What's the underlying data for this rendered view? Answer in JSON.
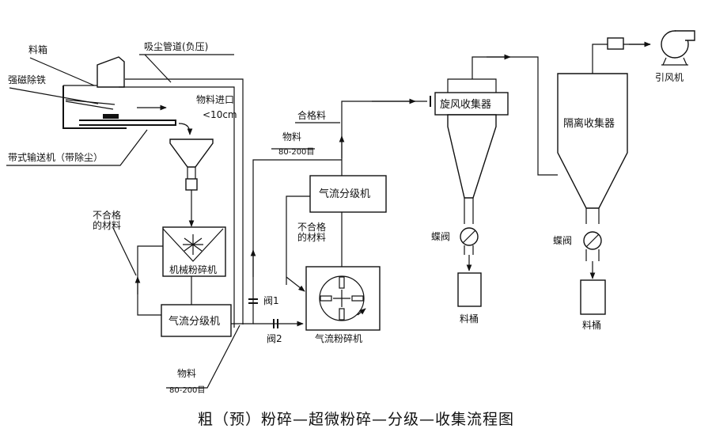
{
  "labels": {
    "material_bin": "料箱",
    "magnetic_iron": "强磁除铁",
    "dust_pipe": "吸尘管道(负压)",
    "belt_conveyor": "带式输送机（带除尘）",
    "feed_inlet": "物料进口",
    "feed_size": "<10cm",
    "reject_left": "不合格\n的材料",
    "mech_mill": "机械粉碎机",
    "air_classifier_1": "气流分级机",
    "material_1": "物料",
    "mesh_1": "80-200目",
    "material_2": "物料",
    "mesh_2": "80-200目",
    "valve_1": "阀1",
    "valve_2": "阀2",
    "air_classifier_2": "气流分级机",
    "reject_mid": "不合格\n的材料",
    "jet_mill": "气流粉碎机",
    "qualified": "合格料",
    "cyclone": "旋风收集器",
    "bag_filter": "隔离收集器",
    "fan": "引风机",
    "butterfly_1": "蝶阀",
    "butterfly_2": "蝶阀",
    "bucket_1": "料桶",
    "bucket_2": "料桶"
  },
  "caption": "粗（预）粉碎—超微粉碎—分级—收集流程图"
}
